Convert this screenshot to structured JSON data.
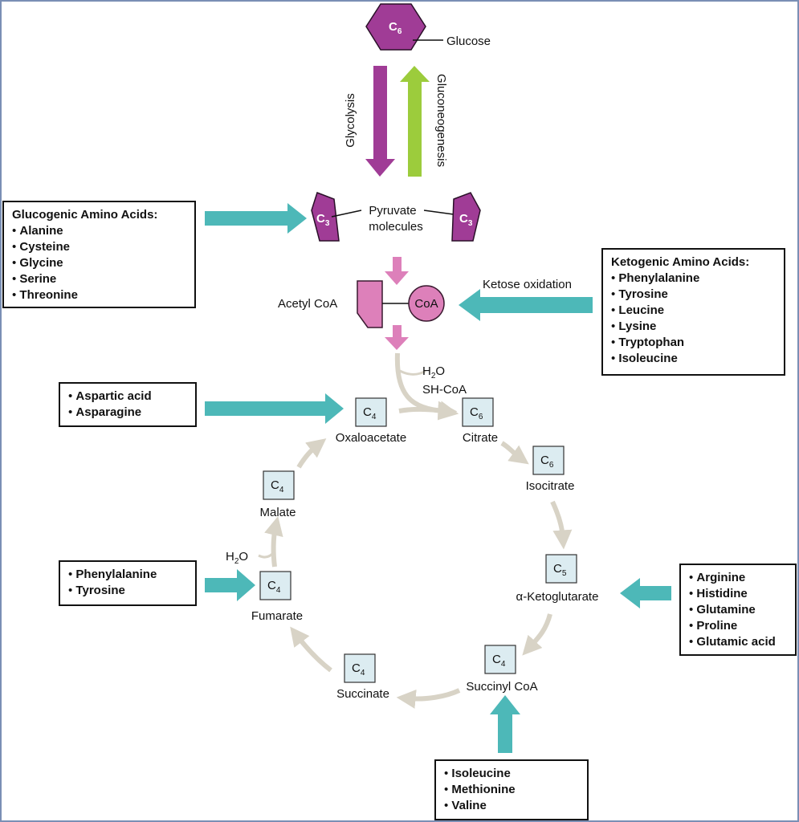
{
  "colors": {
    "frame": "#7a8fb5",
    "teal_arrow": "#4db8b8",
    "purple_arrow": "#a03c96",
    "green_arrow": "#9ccc3c",
    "pink": "#dd80ba",
    "cycle_arrow": "#d8d3c6",
    "carbon_box": "#dcecf1"
  },
  "glucose": {
    "carbon": "C",
    "carbon_sub": "6",
    "label": "Glucose"
  },
  "glycolysis_label": "Glycolysis",
  "gluconeogenesis_label": "Gluconeogenesis",
  "pyruvate": {
    "label_line1": "Pyruvate",
    "label_line2": "molecules",
    "carbon": "C",
    "carbon_sub": "3"
  },
  "acetyl_coa": {
    "label": "Acetyl CoA",
    "coa": "CoA"
  },
  "ketose_label": "Ketose oxidation",
  "water_in": {
    "h": "H",
    "sub": "2",
    "o": "O",
    "shcoa": "SH-CoA"
  },
  "cycle": {
    "oxaloacetate": {
      "label": "Oxaloacetate",
      "c": "C",
      "sub": "4"
    },
    "citrate": {
      "label": "Citrate",
      "c": "C",
      "sub": "6"
    },
    "isocitrate": {
      "label": "Isocitrate",
      "c": "C",
      "sub": "6"
    },
    "ketoglutarate": {
      "label": "α-Ketoglutarate",
      "c": "C",
      "sub": "5"
    },
    "succinyl": {
      "label": "Succinyl CoA",
      "c": "C",
      "sub": "4"
    },
    "succinate": {
      "label": "Succinate",
      "c": "C",
      "sub": "4"
    },
    "fumarate": {
      "label": "Fumarate",
      "c": "C",
      "sub": "4"
    },
    "malate": {
      "label": "Malate",
      "c": "C",
      "sub": "4"
    }
  },
  "water_fumarate": {
    "h": "H",
    "sub": "2",
    "o": "O"
  },
  "boxes": {
    "glucogenic": {
      "title": "Glucogenic Amino Acids:",
      "items": [
        "Alanine",
        "Cysteine",
        "Glycine",
        "Serine",
        "Threonine"
      ]
    },
    "ketogenic": {
      "title": "Ketogenic Amino Acids:",
      "items": [
        "Phenylalanine",
        "Tyrosine",
        "Leucine",
        "Lysine",
        "Tryptophan",
        "Isoleucine"
      ]
    },
    "oxaloacetate_in": {
      "items": [
        "Aspartic acid",
        "Asparagine"
      ]
    },
    "fumarate_in": {
      "items": [
        "Phenylalanine",
        "Tyrosine"
      ]
    },
    "ketoglutarate_in": {
      "items": [
        "Arginine",
        "Histidine",
        "Glutamine",
        "Proline",
        "Glutamic acid"
      ]
    },
    "succinyl_in": {
      "items": [
        "Isoleucine",
        "Methionine",
        "Valine"
      ]
    }
  }
}
